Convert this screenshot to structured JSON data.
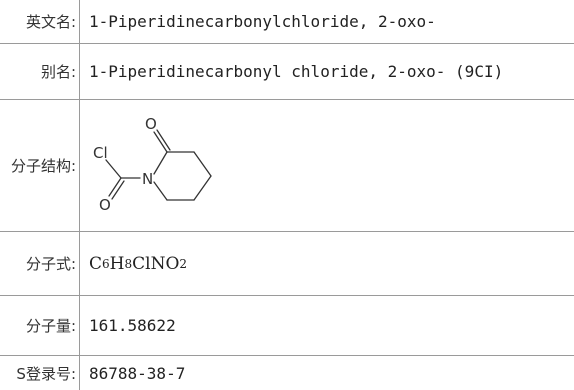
{
  "rows": {
    "english_name": {
      "label": "英文名:",
      "value": "1-Piperidinecarbonylchloride, 2-oxo-"
    },
    "alias": {
      "label": "别名:",
      "value": "1-Piperidinecarbonyl chloride, 2-oxo- (9CI)"
    },
    "structure": {
      "label": "分子结构:",
      "atoms": {
        "cl": "Cl",
        "n": "N",
        "o_top": "O",
        "o_bottom": "O"
      }
    },
    "formula": {
      "label": "分子式:",
      "parts": [
        "C",
        "6",
        "H",
        "8",
        "ClNO",
        "2"
      ]
    },
    "weight": {
      "label": "分子量:",
      "value": "161.58622"
    },
    "cas": {
      "label": "S登录号:",
      "value": "86788-38-7"
    }
  },
  "colors": {
    "border": "#9a9a9a",
    "bond": "#333333"
  }
}
